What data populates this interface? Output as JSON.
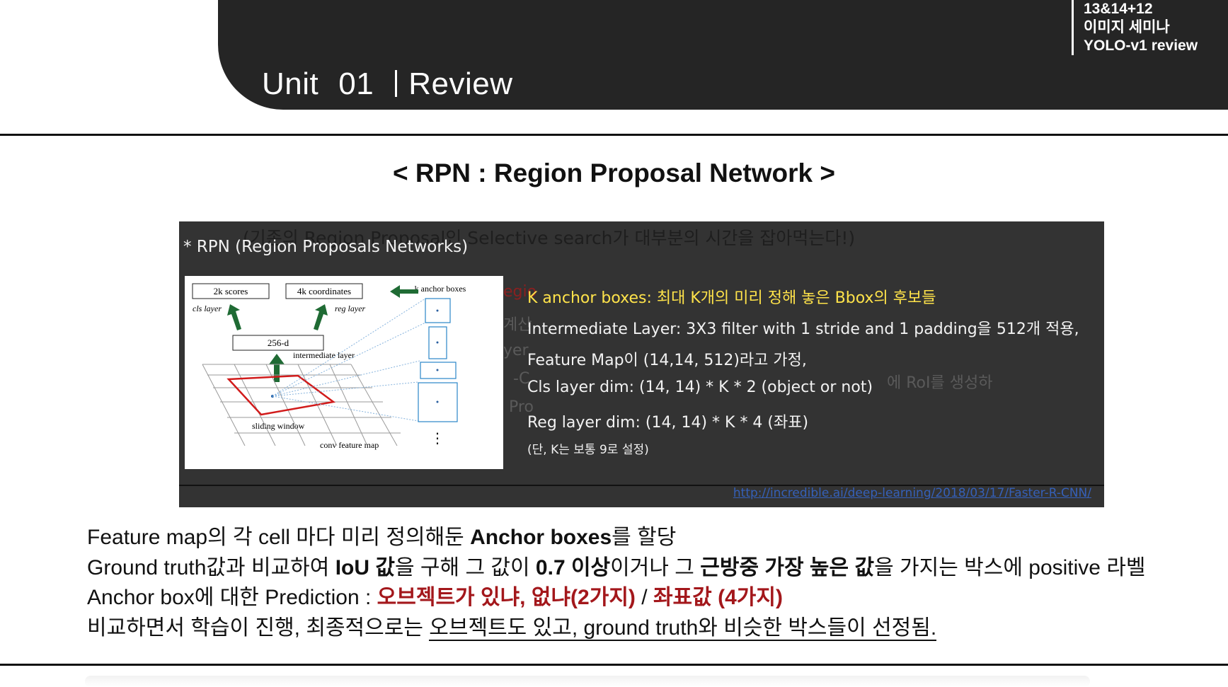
{
  "header": {
    "unit_label": "Unit",
    "unit_number": "01",
    "section": "Review",
    "session_lines": [
      "13&14+12",
      "이미지 세미나",
      "YOLO-v1 review"
    ]
  },
  "title": "< RPN : Region Proposal Network >",
  "slide": {
    "ghost_top": "(기존의 Region Proposal인 Selective search가 대부분의 시간을 잡아먹는다!)",
    "heading": "* RPN (Region Proposals Networks)",
    "ghost_fragments": [
      "egio",
      "계산",
      "yer",
      "-C",
      "Pro",
      "에 RoI를 생성하"
    ],
    "diagram": {
      "scores": "2k scores",
      "coords": "4k coordinates",
      "anchors": "k anchor boxes",
      "cls": "cls layer",
      "reg": "reg layer",
      "d256": "256-d",
      "intermediate": "intermediate layer",
      "sliding": "sliding window",
      "convmap": "conv feature map",
      "dots": "⋮"
    },
    "bullets": [
      "K anchor boxes: 최대 K개의 미리 정해 놓은 Bbox의 후보들",
      "Intermediate Layer: 3X3 filter with 1 stride and 1 padding을 512개 적용,",
      "Feature Map이 (14,14, 512)라고 가정,",
      "Cls layer dim:  (14, 14) * K * 2 (object or not)",
      "Reg layer dim: (14, 14) * K * 4 (좌표)",
      "(단, K는 보통 9로 설정)"
    ],
    "url": "http://incredible.ai/deep-learning/2018/03/17/Faster-R-CNN/"
  },
  "body": {
    "l1_a": "Feature map의 각 cell 마다 미리 정의해둔 ",
    "l1_b": "Anchor boxes",
    "l1_c": "를 할당",
    "l2_a": "Ground truth값과 비교하여 ",
    "l2_b": "IoU 값",
    "l2_c": "을 구해 그 값이 ",
    "l2_d": "0.7 이상",
    "l2_e": "이거나 그 ",
    "l2_f": "근방중 가장 높은 값",
    "l2_g": "을 가지는 박스에 positive 라벨",
    "l3_a": "Anchor box에 대한 Prediction : ",
    "l3_b": "오브젝트가 있냐, 없냐(2가지)",
    "l3_c": " / ",
    "l3_d": "좌표값 (4가지)",
    "l4_a": "비교하면서 학습이 진행, 최종적으로는 ",
    "l4_b": "오브젝트도 있고, ground truth와 비슷한 박스들이 선정됨."
  }
}
